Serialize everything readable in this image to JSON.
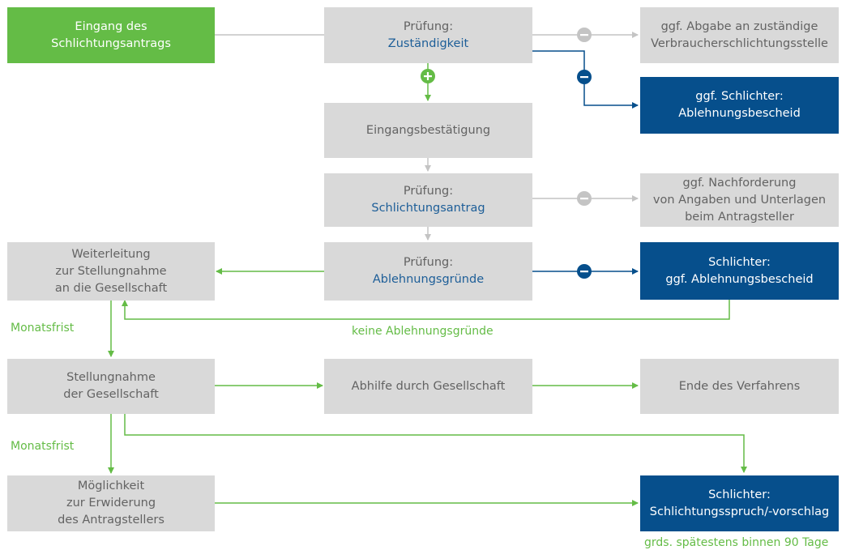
{
  "boxes": {
    "eingang": [
      "Eingang des",
      "Schlichtungsantrags"
    ],
    "zust_pruefung": [
      "Prüfung:",
      "Zuständigkeit"
    ],
    "abgabe": [
      "ggf. Abgabe an zuständige",
      "Verbraucherschlichtungsstelle"
    ],
    "schlichter_ablehnung": [
      "ggf. Schlichter:",
      "Ablehnungsbescheid"
    ],
    "eingangsbestaetigung": [
      "Eingangsbestätigung"
    ],
    "antrag_pruefung": [
      "Prüfung:",
      "Schlichtungsantrag"
    ],
    "nachforderung": [
      "ggf. Nachforderung",
      "von Angaben und Unterlagen",
      "beim Antragsteller"
    ],
    "weiterleitung": [
      "Weiterleitung",
      "zur Stellungnahme",
      "an die Gesellschaft"
    ],
    "gruende_pruefung": [
      "Prüfung:",
      "Ablehnungsgründe"
    ],
    "schlichter_ablehnung2": [
      "Schlichter:",
      "ggf. Ablehnungsbescheid"
    ],
    "stellungnahme": [
      "Stellungnahme",
      "der Gesellschaft"
    ],
    "abhilfe": [
      "Abhilfe durch Gesellschaft"
    ],
    "ende": [
      "Ende des Verfahrens"
    ],
    "erwiderung": [
      "Möglichkeit",
      "zur Erwiderung",
      "des Antragstellers"
    ],
    "schlichtungsspruch": [
      "Schlichter:",
      "Schlichtungsspruch/-vorschlag"
    ]
  },
  "labels": {
    "monatsfrist_1": "Monatsfrist",
    "monatsfrist_2": "Monatsfrist",
    "keine_ablehnungsgruende": "keine Ablehnungsgründe",
    "frist_90": "grds. spätestens binnen 90 Tage"
  },
  "colors": {
    "green": "#64bc46",
    "navy": "#064f8c",
    "gray_box": "#d9d9d9",
    "gray_line": "#c4c4c4",
    "text_gray": "#636363",
    "highlight_blue": "#1d5e98"
  },
  "icons": {
    "plus": "+",
    "minus": "−"
  }
}
